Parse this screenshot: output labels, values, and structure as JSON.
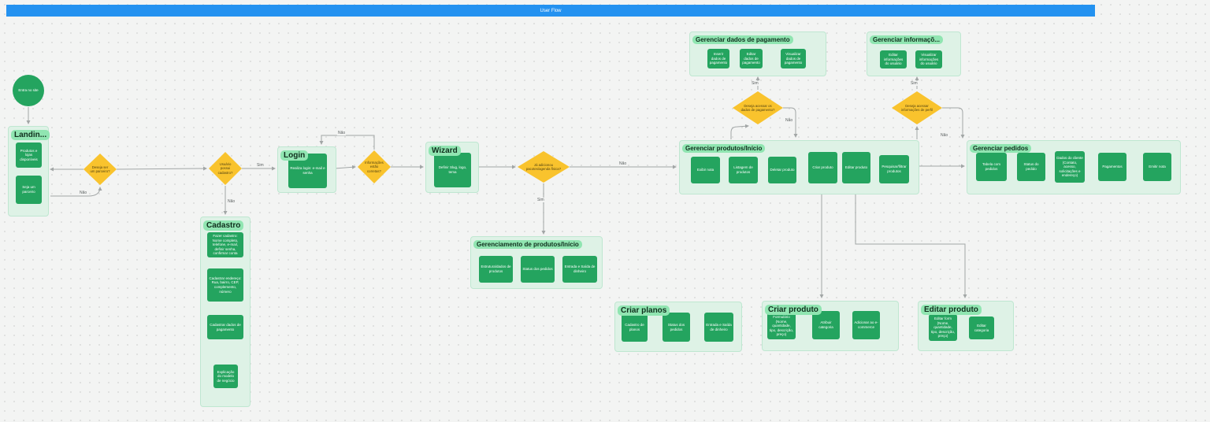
{
  "app": {
    "title": "User Flow"
  },
  "start_node": {
    "label": "Entra no site"
  },
  "sections": {
    "landing": {
      "title": "Landin...",
      "nodes": [
        "Produtos e lojas disponíveis",
        "Seja um parceiro"
      ]
    },
    "cadastro": {
      "title": "Cadastro",
      "nodes": [
        "Fazer cadastro: Nome completo, telefone, e-mail, definir senha, confirmar conta",
        "Cadastrar endereço: Rua, bairro, CEP, complemento, número",
        "Cadastrar dados de pagamento",
        "Explicação do modelo de negócio"
      ]
    },
    "login": {
      "title": "Login",
      "nodes": [
        "Realiza login: e-mail e senha"
      ]
    },
    "wizard": {
      "title": "Wizard",
      "nodes": [
        "Definir Slug, logo, tema"
      ]
    },
    "gerenciamento_produtos": {
      "title": "Gerenciamento de produtos/Início",
      "nodes": [
        "Estrutura/dados de produtos",
        "Status dos pedidos",
        "Entrada e Saída de dinheiro"
      ]
    },
    "gerenciar_produtos": {
      "title": "Gerenciar produtos/Início",
      "nodes": [
        "Exibir nota",
        "Listagem de produtos",
        "Deletar produto",
        "Criar produto",
        "Editar produto",
        "Pesquisar/filtrar produtos"
      ]
    },
    "gerenciar_pedidos": {
      "title": "Gerenciar pedidos",
      "nodes": [
        "Tabela com pedidos",
        "Status do pedido",
        "Dados do cliente (Contato, acesso, solicitações e endereço)",
        "Pagamentos",
        "Emitir nota"
      ]
    },
    "gerenciar_pagamento": {
      "title": "Gerenciar dados de pagamento",
      "nodes": [
        "Inserir dados de pagamento",
        "Editar dados de pagamento",
        "Visualizar dados de pagamento"
      ]
    },
    "gerenciar_informacoes": {
      "title": "Gerenciar informaçõ...",
      "nodes": [
        "Editar informações do usuário",
        "Visualizar informações do usuário"
      ]
    },
    "criar_planos": {
      "title": "Criar planos",
      "nodes": [
        "Cadastro de planos",
        "Status dos pedidos",
        "Entrada e Saída de dinheiro"
      ]
    },
    "criar_produto": {
      "title": "Criar produto",
      "nodes": [
        "Formulário (Nome, quantidade, tipo, descrição, preço)",
        "Atribuir categoria",
        "Adicionar ao e-commerce"
      ]
    },
    "editar_produto": {
      "title": "Editar produto",
      "nodes": [
        "Editar form (Nome, quantidade, tipo, descrição, preço)",
        "Editar categoria"
      ]
    }
  },
  "decisions": {
    "parceiro": "Deseja ser um parceiro?",
    "possui_cadastro": "Usuário possui cadastro?",
    "informacoes_corretas": "Informações estão corretas?",
    "pacotes": "Já adicionou pacotes/agenda física?",
    "dados_pagamento": "Deseja acessar os dados de pagamento?",
    "info_perfil": "Deseja acessar informações de perfil"
  },
  "edge_labels": {
    "sim": "Sim",
    "nao": "Não"
  },
  "colors": {
    "node_green": "#24a45f",
    "section_bg": "#def2e6",
    "pill_green": "#90e5b1",
    "diamond_yellow": "#f9c32d",
    "titlebar_blue": "#2492f0",
    "connector_gray": "#a2a6a6"
  }
}
